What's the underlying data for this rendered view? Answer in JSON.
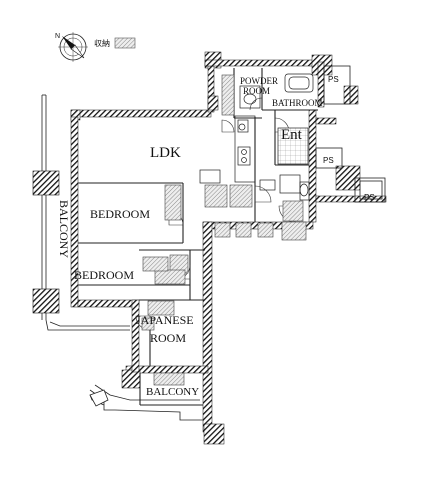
{
  "legend": {
    "storage_label": "収納"
  },
  "compass": {
    "north_label": "N"
  },
  "rooms": {
    "ldk": "LDK",
    "bedroom_upper": "BEDROOM",
    "bedroom_lower": "BEDROOM",
    "japanese_room_line1": "JAPANESE",
    "japanese_room_line2": "ROOM",
    "balcony_side": "BALCONY",
    "balcony_bottom": "BALCONY",
    "entrance": "Ent",
    "powder_room_line1": "POWDER",
    "powder_room_line2": "ROOM",
    "bathroom": "BATHROOM",
    "ps_top": "PS",
    "ps_mid": "PS",
    "ps_right": "PS"
  },
  "colors": {
    "wall": "#1a1a1a",
    "storage_hatch": "#888888",
    "line": "#222222"
  }
}
